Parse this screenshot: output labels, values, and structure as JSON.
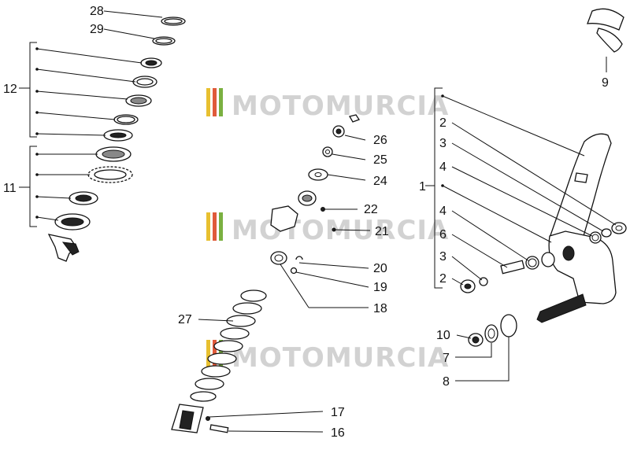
{
  "watermark": {
    "text": "MOTOMURCIA",
    "colors": [
      "#e05a3a",
      "#e8c030",
      "#7ab040",
      "#c8c8c8"
    ]
  },
  "callouts": {
    "c28": "28",
    "c29": "29",
    "c12": "12",
    "c11": "11",
    "c26": "26",
    "c25": "25",
    "c24": "24",
    "c22": "22",
    "c21": "21",
    "c20": "20",
    "c19": "19",
    "c18": "18",
    "c27": "27",
    "c17": "17",
    "c16": "16",
    "c9": "9",
    "c1": "1",
    "c2a": "2",
    "c3a": "3",
    "c4a": "4",
    "c4b": "4",
    "c6": "6",
    "c3b": "3",
    "c2b": "2",
    "c10": "10",
    "c7": "7",
    "c8": "8"
  }
}
